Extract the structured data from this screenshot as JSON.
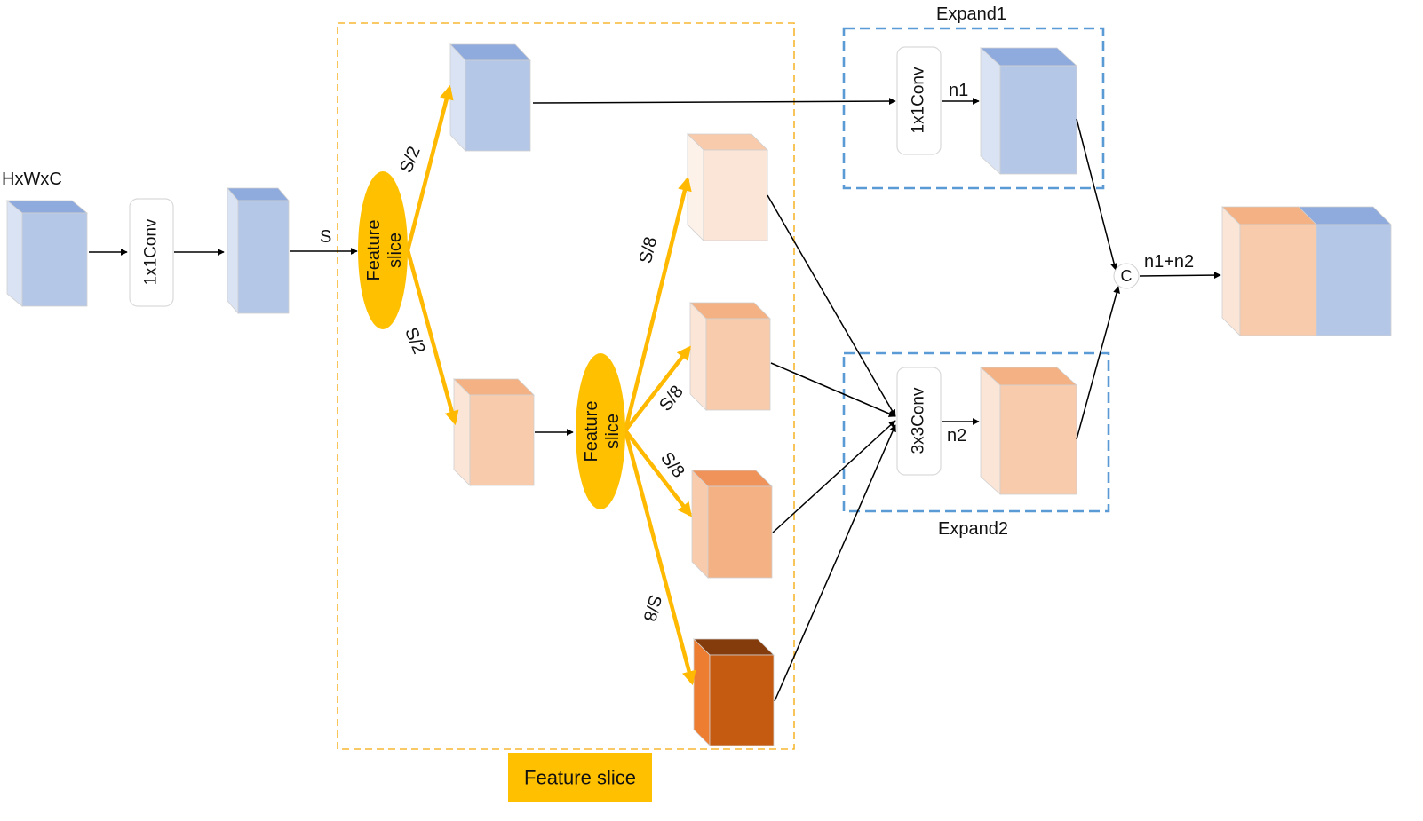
{
  "labels": {
    "input_dims": "HxWxC",
    "split_input": "S",
    "first_half_top": "S/2",
    "first_half_bottom": "S/2",
    "quarter_1": "S/8",
    "quarter_2": "S/8",
    "quarter_3": "S/8",
    "quarter_4": "S/8",
    "expand1_channels": "n1",
    "expand2_channels": "n2",
    "concat_channels": "n1+n2",
    "concat_symbol": "C"
  },
  "blocks": {
    "conv_1x1_input": "1x1Conv",
    "feature_slice_1_line1": "Feature",
    "feature_slice_1_line2": "slice",
    "feature_slice_2_line1": "Feature",
    "feature_slice_2_line2": "slice",
    "expand1_conv": "1x1Conv",
    "expand2_conv": "3x3Conv"
  },
  "groups": {
    "expand1_title": "Expand1",
    "expand2_title": "Expand2",
    "feature_slice_legend": "Feature slice"
  },
  "colors": {
    "slice_arrow": "#ffb900",
    "slice_ellipse": "#ffc000",
    "group_box_feature": "#f5b731",
    "group_box_expand": "#5b9bd5",
    "legend_bg": "#ffc000",
    "blue_front": "#b4c7e7",
    "blue_top": "#8faadc",
    "blue_side": "#dae3f3",
    "peach_front": "#f8cbad",
    "peach_top": "#f4b183",
    "peach_side": "#fbe5d6",
    "light_peach_front": "#fbe5d6",
    "medium_orange_front": "#f4b183",
    "medium_orange_top": "#f0935a",
    "dark_orange_front": "#c55a11",
    "dark_orange_top": "#843c0c",
    "dark_orange_side": "#ed7d31"
  }
}
